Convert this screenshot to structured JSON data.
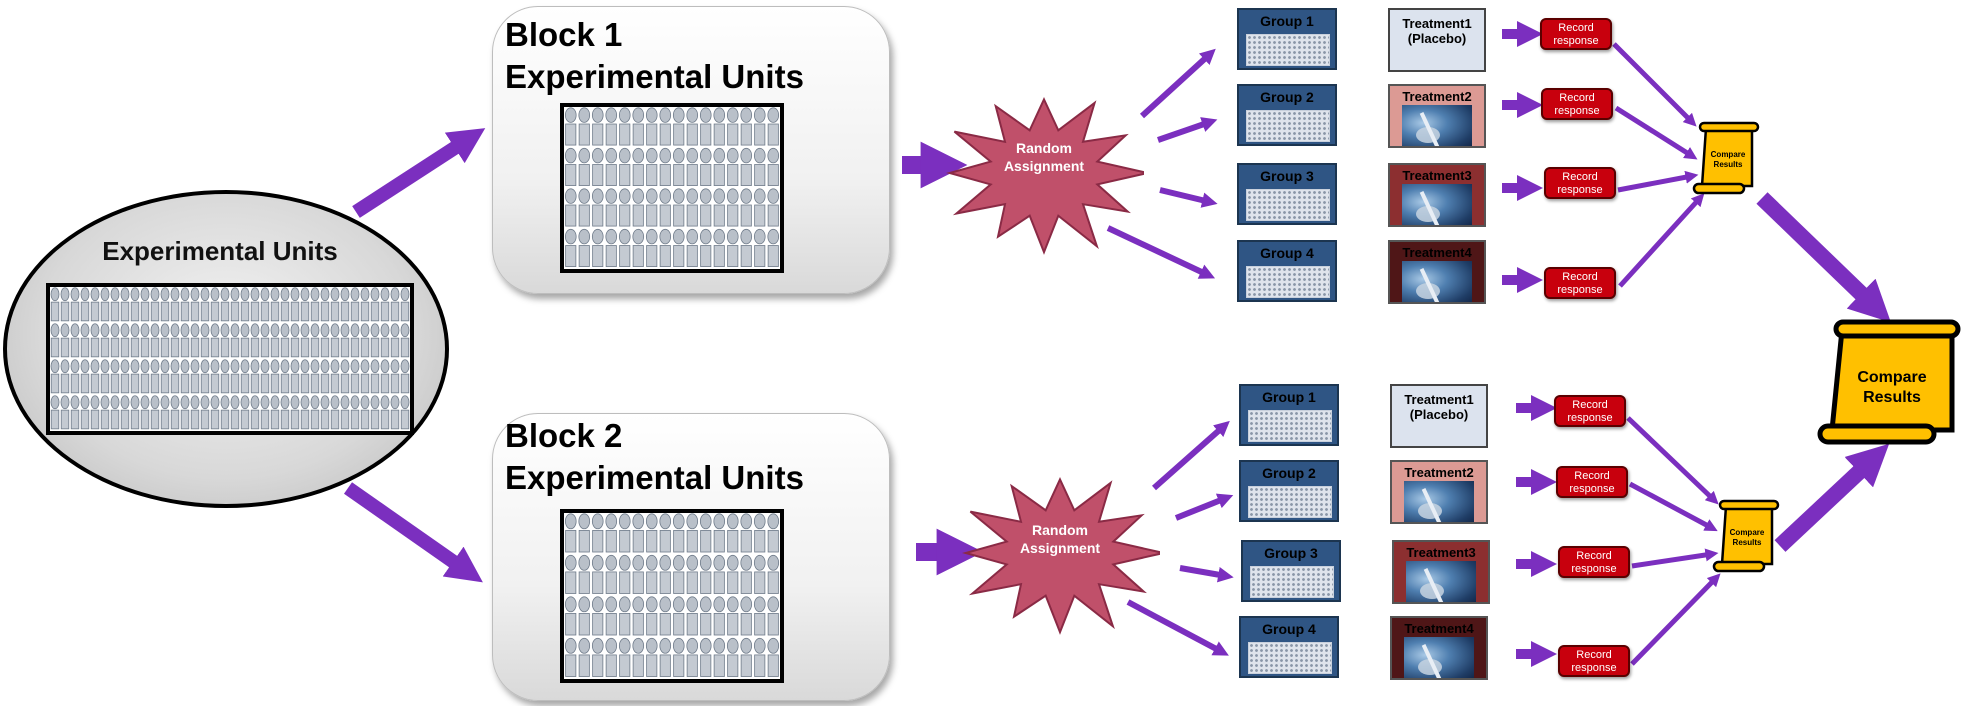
{
  "pool": {
    "title": "Experimental Units"
  },
  "blocks": [
    {
      "title_line1": "Block 1",
      "title_line2": "Experimental Units",
      "random_label": "Random Assignment"
    },
    {
      "title_line1": "Block 2",
      "title_line2": "Experimental Units",
      "random_label": "Random Assignment"
    }
  ],
  "groups": [
    "Group 1",
    "Group 2",
    "Group 3",
    "Group 4"
  ],
  "treatments": [
    {
      "line1": "Treatment1",
      "line2": "(Placebo)"
    },
    {
      "line1": "Treatment2",
      "line2": ""
    },
    {
      "line1": "Treatment3",
      "line2": ""
    },
    {
      "line1": "Treatment4",
      "line2": ""
    }
  ],
  "record": {
    "line1": "Record",
    "line2": "response"
  },
  "compare_small": {
    "line1": "Compare",
    "line2": "Results"
  },
  "compare_final": {
    "line1": "Compare",
    "line2": "Results"
  },
  "colors": {
    "arrow": "#7b2fbf",
    "starburst": "#c0506a",
    "group": "#2f5584",
    "record": "#c8000d",
    "scroll": "#ffc000",
    "placebo": "#dce3ee",
    "treatment2": "#dc9a94",
    "treatment3": "#8c2f30",
    "treatment4": "#4f1617"
  },
  "icons": [
    "starburst-icon",
    "scroll-icon",
    "syringe-photo-icon",
    "arrow-icon"
  ]
}
